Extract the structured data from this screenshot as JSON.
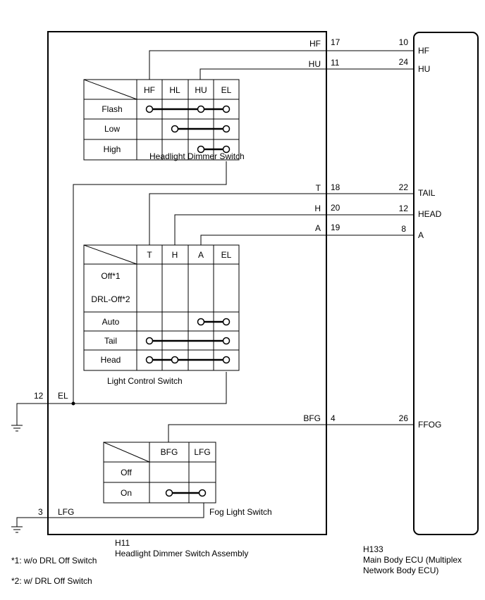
{
  "assembly": {
    "id": "H11",
    "name": "Headlight Dimmer Switch Assembly"
  },
  "ecu": {
    "id": "H133",
    "name_line1": "Main Body ECU (Multiplex",
    "name_line2": "Network Body ECU)"
  },
  "footnotes": [
    "*1: w/o DRL Off Switch",
    "*2: w/ DRL Off Switch"
  ],
  "wires": {
    "hf": {
      "signal": "HF",
      "assy_pin": "17",
      "ecu_pin": "10",
      "ecu_label": "HF"
    },
    "hu": {
      "signal": "HU",
      "assy_pin": "11",
      "ecu_pin": "24",
      "ecu_label": "HU"
    },
    "t": {
      "signal": "T",
      "assy_pin": "18",
      "ecu_pin": "22",
      "ecu_label": "TAIL"
    },
    "h": {
      "signal": "H",
      "assy_pin": "20",
      "ecu_pin": "12",
      "ecu_label": "HEAD"
    },
    "a": {
      "signal": "A",
      "assy_pin": "19",
      "ecu_pin": "8",
      "ecu_label": "A"
    },
    "bfg": {
      "signal": "BFG",
      "assy_pin": "4",
      "ecu_pin": "26",
      "ecu_label": "FFOG"
    },
    "el": {
      "signal": "EL",
      "assy_pin": "12"
    },
    "lfg": {
      "signal": "LFG",
      "assy_pin": "3"
    }
  },
  "dimmer_switch": {
    "title": "Headlight Dimmer Switch",
    "columns": [
      "HF",
      "HL",
      "HU",
      "EL"
    ],
    "rows": [
      "Flash",
      "Low",
      "High"
    ],
    "connections": [
      {
        "row": 0,
        "cols": [
          0,
          2,
          3
        ]
      },
      {
        "row": 1,
        "cols": [
          1,
          3
        ]
      },
      {
        "row": 2,
        "cols": [
          2,
          3
        ]
      }
    ]
  },
  "light_control_switch": {
    "title": "Light Control Switch",
    "columns": [
      "T",
      "H",
      "A",
      "EL"
    ],
    "rows": [
      "Off*1",
      "DRL-Off*2",
      "Auto",
      "Tail",
      "Head"
    ],
    "connections": [
      {
        "row": 2,
        "cols": [
          2,
          3
        ]
      },
      {
        "row": 3,
        "cols": [
          0,
          3
        ]
      },
      {
        "row": 4,
        "cols": [
          0,
          1,
          3
        ]
      }
    ]
  },
  "fog_switch": {
    "title": "Fog Light Switch",
    "columns": [
      "BFG",
      "LFG"
    ],
    "rows": [
      "Off",
      "On"
    ],
    "connections": [
      {
        "row": 1,
        "cols": [
          0,
          1
        ]
      }
    ]
  }
}
